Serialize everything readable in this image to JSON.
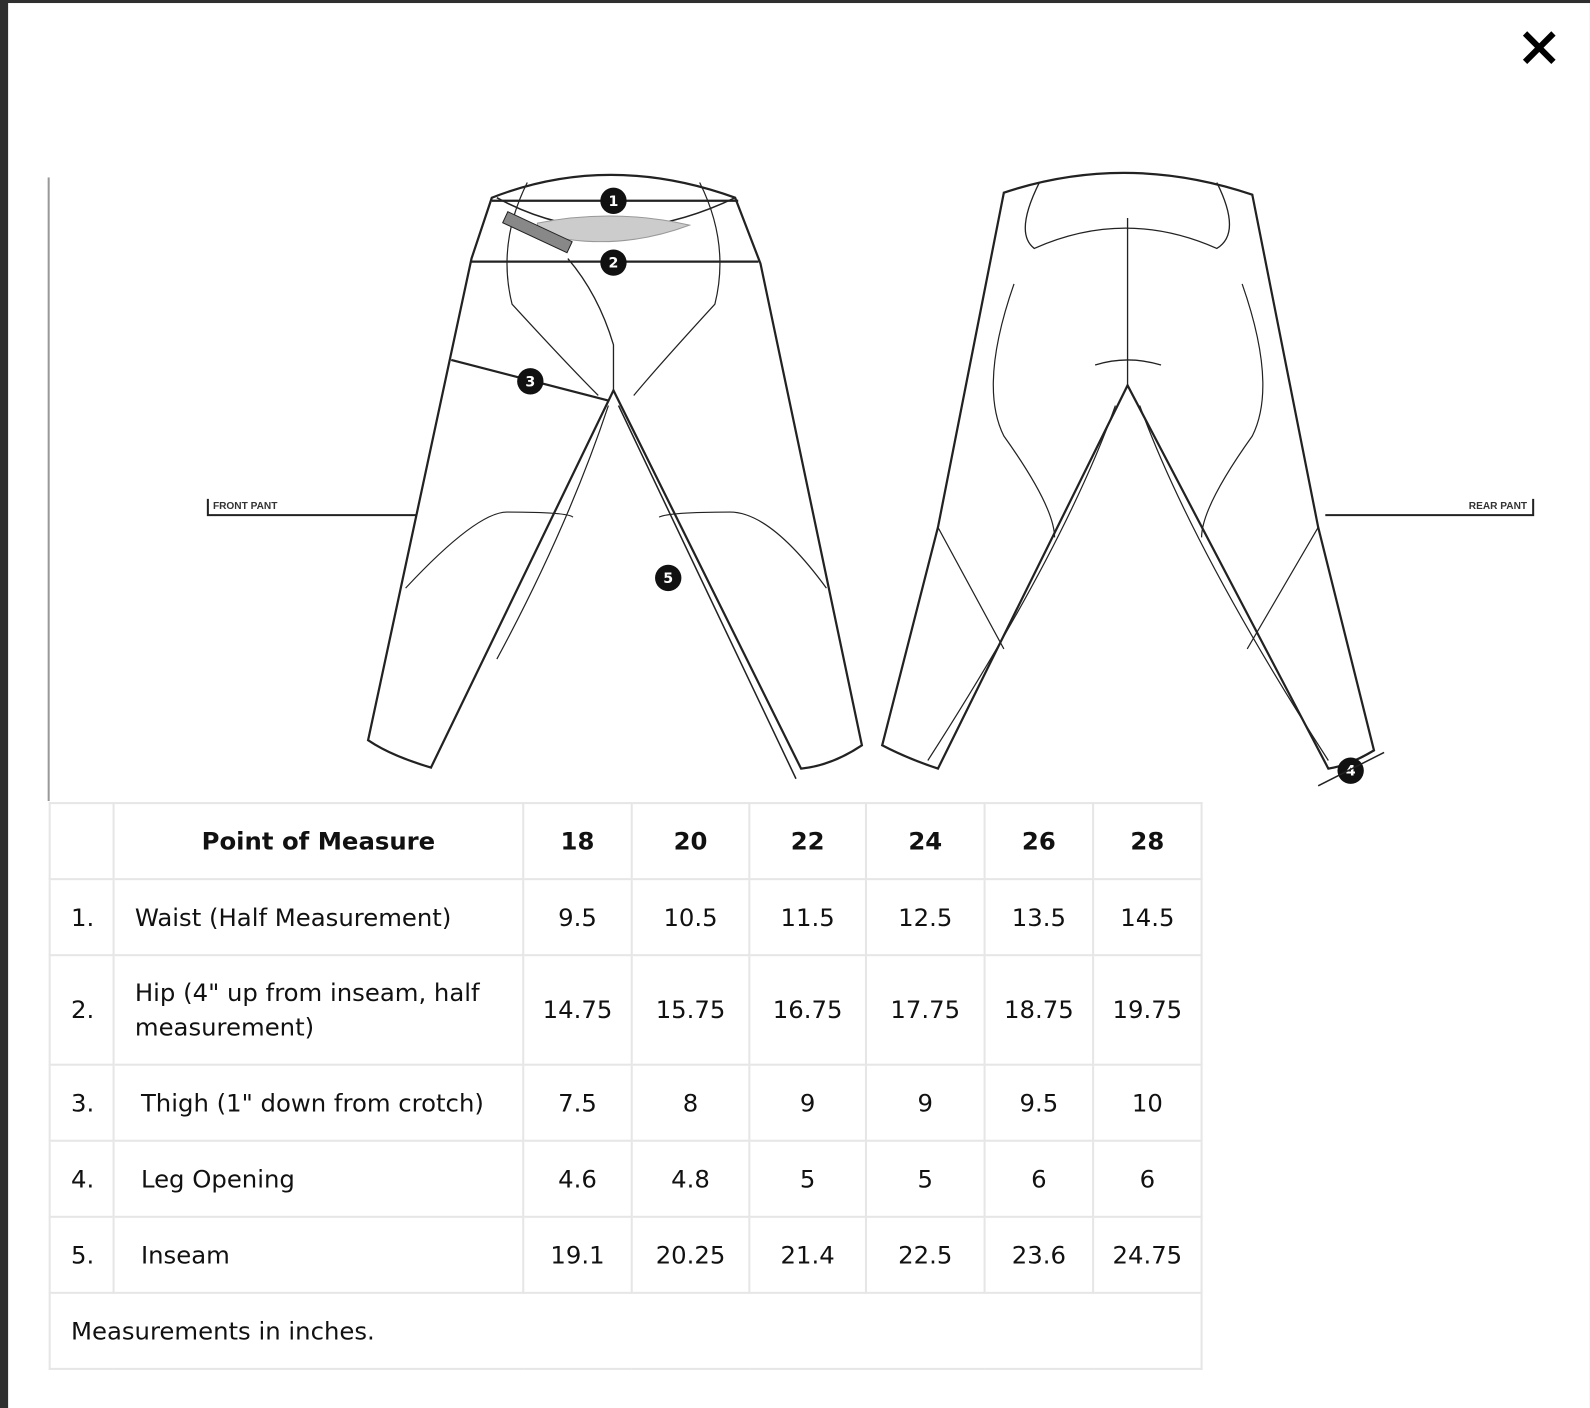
{
  "diagram": {
    "front_label": "FRONT PANT",
    "rear_label": "REAR PANT",
    "markers": [
      "1",
      "2",
      "3",
      "4",
      "5"
    ]
  },
  "close_icon": "close-x-icon",
  "table": {
    "header": [
      "",
      "Point of Measure",
      "18",
      "20",
      "22",
      "24",
      "26",
      "28"
    ],
    "rows": [
      {
        "num": "1.",
        "label": "Waist (Half Measurement)",
        "values": [
          "9.5",
          "10.5",
          "11.5",
          "12.5",
          "13.5",
          "14.5"
        ]
      },
      {
        "num": "2.",
        "label": "Hip (4\" up from inseam, half measurement)",
        "values": [
          "14.75",
          "15.75",
          "16.75",
          "17.75",
          "18.75",
          "19.75"
        ]
      },
      {
        "num": "3.",
        "label": "Thigh (1\" down from crotch)",
        "values": [
          "7.5",
          "8",
          "9",
          "9",
          "9.5",
          "10"
        ]
      },
      {
        "num": "4.",
        "label": "Leg Opening",
        "values": [
          "4.6",
          "4.8",
          "5",
          "5",
          "6",
          "6"
        ]
      },
      {
        "num": "5.",
        "label": "Inseam",
        "values": [
          "19.1",
          "20.25",
          "21.4",
          "22.5",
          "23.6",
          "24.75"
        ]
      }
    ],
    "footnote": "Measurements in inches."
  }
}
